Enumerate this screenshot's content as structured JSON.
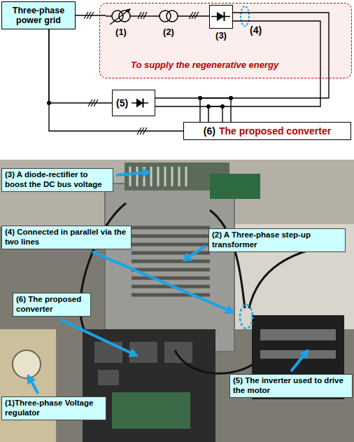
{
  "diagram": {
    "nodes": [
      {
        "text": [
          "Three-phase power grid"
        ]
      },
      {
        "text": [
          "To supply the regenerative energy"
        ]
      },
      {
        "text": [
          "(1)"
        ],
        "in": 1
      },
      {
        "text": [
          "(2)"
        ],
        "in": 1
      },
      {
        "text": [
          "(3)"
        ],
        "in": 1
      },
      {
        "text": [
          "(5)"
        ]
      },
      {
        "text": [
          "(6)",
          "The proposed converter"
        ]
      },
      {
        "text": [
          "(3) A diode-rectifier to boost the DC bus voltage"
        ]
      },
      {
        "text": [
          "(2) A Three-phase step-up transformer"
        ]
      },
      {
        "text": [
          "(4) Connected in parallel via the two lines"
        ]
      },
      {
        "text": [
          "(6) The proposed converter"
        ]
      },
      {
        "text": [
          "(1)Three-phase Voltage regulator"
        ]
      },
      {
        "text": [
          "(5) The inverter used to drive the motor"
        ]
      }
    ],
    "edges": [
      {
        "from": 0,
        "to": 2,
        "arrow": "none"
      },
      {
        "from": 2,
        "to": 3,
        "arrow": "none"
      },
      {
        "from": 3,
        "to": 4,
        "arrow": "none"
      },
      {
        "from": 4,
        "to": 6,
        "arrow": "none"
      },
      {
        "from": 5,
        "to": 6,
        "arrow": "none"
      },
      {
        "from": 0,
        "to": 5,
        "arrow": "none"
      },
      {
        "from": 0,
        "to": 6,
        "arrow": "none"
      }
    ],
    "labels": [
      "(4)"
    ]
  }
}
